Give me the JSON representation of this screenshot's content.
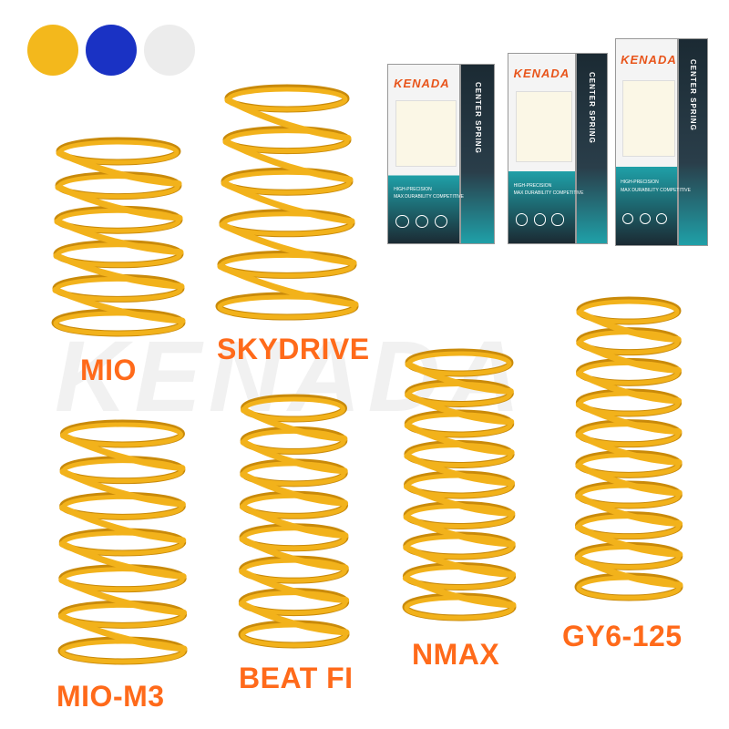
{
  "colors": {
    "swatches": [
      "#f3b81c",
      "#1a32c4",
      "#ececec"
    ],
    "spring": "#f2b21b",
    "spring_dark": "#c98a0a",
    "label": "#ff6a1a",
    "box_teal": "#1fa0a8",
    "box_dark": "#1b2a33"
  },
  "watermark": "KENADA",
  "springs": [
    {
      "label": "MIO"
    },
    {
      "label": "SKYDRIVE"
    },
    {
      "label": "MIO-M3"
    },
    {
      "label": "BEAT FI"
    },
    {
      "label": "NMAX"
    },
    {
      "label": "GY6-125"
    }
  ],
  "boxes": [
    {
      "brand": "KENADA",
      "title": "CENTER SPRING",
      "line1": "HIGH-PRECISION",
      "line2": "MAX DURABILITY COMPETITIVE"
    },
    {
      "brand": "KENADA",
      "title": "CENTER SPRING",
      "line1": "HIGH-PRECISION",
      "line2": "MAX DURABILITY COMPETITIVE"
    },
    {
      "brand": "KENADA",
      "title": "CENTER SPRING",
      "line1": "HIGH-PRECISION",
      "line2": "MAX DURABILITY COMPETITIVE"
    }
  ]
}
